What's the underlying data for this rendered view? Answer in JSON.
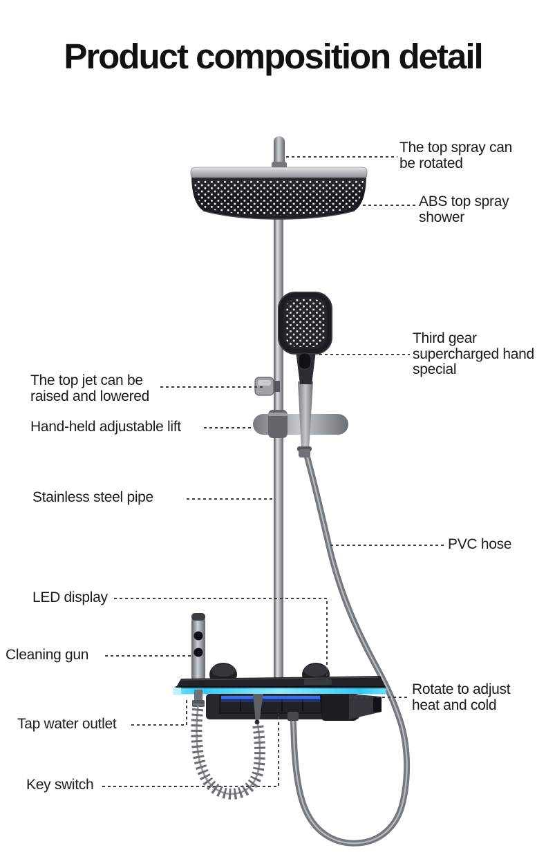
{
  "title": "Product composition detail",
  "labels": {
    "top_spray_rotated": {
      "line1": "The top spray can",
      "line2": "be rotated"
    },
    "abs_top_spray": {
      "line1": "ABS top spray",
      "line2": "shower"
    },
    "third_gear_hand": {
      "line1": "Third gear",
      "line2": "supercharged hand",
      "line3": "special"
    },
    "top_jet_raised": {
      "line1": "The top jet can be",
      "line2": "raised and lowered"
    },
    "handheld_lift": {
      "line1": "Hand-held adjustable lift"
    },
    "stainless_pipe": {
      "line1": "Stainless steel pipe"
    },
    "pvc_hose": {
      "line1": "PVC hose"
    },
    "led_display": {
      "line1": "LED display"
    },
    "cleaning_gun": {
      "line1": "Cleaning gun"
    },
    "rotate_heat_cold": {
      "line1": "Rotate to adjust",
      "line2": "heat and cold"
    },
    "tap_water_outlet": {
      "line1": "Tap water outlet"
    },
    "key_switch": {
      "line1": "Key switch"
    }
  },
  "colors": {
    "background": "#ffffff",
    "text": "#1b1b1b",
    "leader_line": "#3f3f3f",
    "led_strip_cyan": "#49d2ff",
    "button_glow_blue": "#3f74ff"
  }
}
